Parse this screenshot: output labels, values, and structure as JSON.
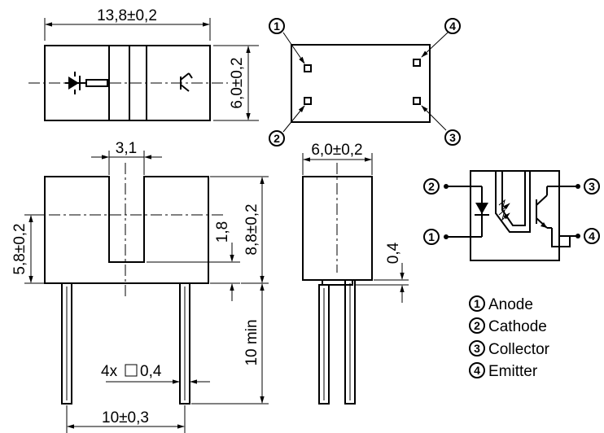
{
  "dimensions": {
    "overall_length": "13,8±0,2",
    "top_width": "6,0±0,2",
    "slot_width": "3,1",
    "slot_height_offset": "1,8",
    "optical_axis_height": "5,8±0,2",
    "body_height": "8,8±0,2",
    "lead_length": "10 min",
    "side_width": "6,0±0,2",
    "standoff": "0,4",
    "lead_section": "4x",
    "lead_section_value": "0,4",
    "lead_pitch": "10±0,3"
  },
  "pins": [
    {
      "number": "1",
      "name": "Anode"
    },
    {
      "number": "2",
      "name": "Cathode"
    },
    {
      "number": "3",
      "name": "Collector"
    },
    {
      "number": "4",
      "name": "Emitter"
    }
  ],
  "colors": {
    "line": "#000000",
    "background": "#ffffff"
  }
}
